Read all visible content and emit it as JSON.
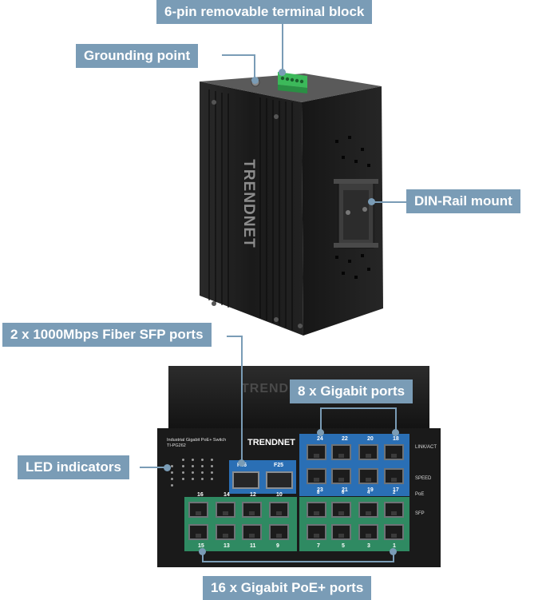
{
  "callouts": {
    "terminal_block": "6-pin removable terminal block",
    "grounding_point": "Grounding point",
    "din_rail": "DIN-Rail mount",
    "fiber_sfp": "2 x 1000Mbps Fiber SFP ports",
    "gigabit_ports": "8 x Gigabit ports",
    "led_indicators": "LED indicators",
    "poe_ports": "16 x Gigabit PoE+ ports"
  },
  "device": {
    "brand_side": "TRENDNET",
    "brand_front": "TRENDNET",
    "model_line1": "Industrial Gigabit PoE+ Switch",
    "model_line2": "TI-PG262",
    "sfp_labels": [
      "F26",
      "F25"
    ],
    "top_port_numbers": [
      "24",
      "22",
      "20",
      "18"
    ],
    "mid_port_numbers": [
      "23",
      "21",
      "19",
      "17"
    ],
    "green_top_numbers": [
      "16",
      "14",
      "12",
      "10"
    ],
    "green_bottom_numbers": [
      "15",
      "13",
      "11",
      "9"
    ],
    "right_green_top_numbers": [
      "8",
      "6",
      "4",
      "2"
    ],
    "right_green_bottom_numbers": [
      "7",
      "5",
      "3",
      "1"
    ],
    "led_legend": [
      "LINK/ACT",
      "SPEED",
      "PoE",
      "SFP"
    ]
  },
  "colors": {
    "callout_bg": "#7a9cb6",
    "port_block_blue": "#2a6fb5",
    "port_block_green": "#2f8a62",
    "terminal_green": "#3cb95a",
    "chassis": "#1e1e1e"
  }
}
